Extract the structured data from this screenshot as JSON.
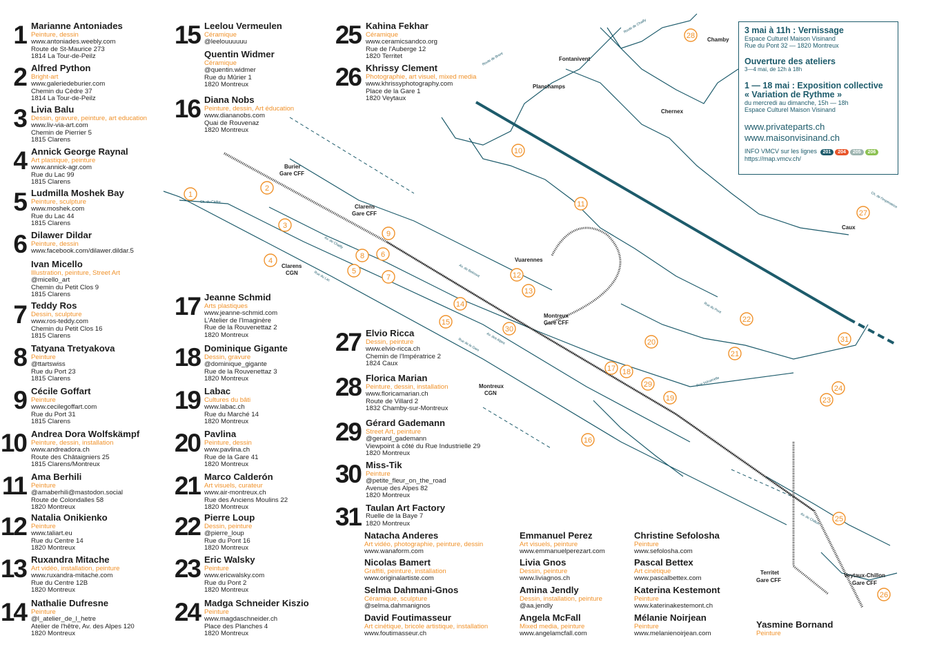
{
  "artists_col1": [
    {
      "num": "1",
      "name": "Marianne Antoniades",
      "disc": "Peinture, dessin",
      "lines": [
        "www.antoniades.weebly.com",
        "Route de St-Maurice 273",
        "1814 La Tour-de-Peilz"
      ]
    },
    {
      "num": "2",
      "name": "Alfred Python",
      "disc": "Bright-art",
      "lines": [
        "www.galeriedeburier.com",
        "Chemin du Cèdre 37",
        "1814 La Tour-de-Peilz"
      ]
    },
    {
      "num": "3",
      "name": "Livia Balu",
      "disc": "Dessin, gravure, peinture, art education",
      "lines": [
        "www.liv-via-art.com",
        "Chemin de Pierrier 5",
        "1815 Clarens"
      ]
    },
    {
      "num": "4",
      "name": "Annick George Raynal",
      "disc": "Art plastique, peinture",
      "lines": [
        "www.annick-agr.com",
        "Rue du Lac 99",
        "1815 Clarens"
      ]
    },
    {
      "num": "5",
      "name": "Ludmilla Moshek Bay",
      "disc": "Peinture, sculpture",
      "lines": [
        "www.moshek.com",
        "Rue du Lac 44",
        "1815 Clarens"
      ]
    },
    {
      "num": "6",
      "name": "Dilawer Dildar",
      "disc": "Peinture, dessin",
      "lines": [
        "www.facebook.com/dilawer.dildar.5"
      ]
    },
    {
      "num": "",
      "name": "Ivan Micello",
      "disc": "Illustration, peinture, Street Art",
      "lines": [
        "@micello_art",
        "Chemin du Petit Clos 9",
        "1815 Clarens"
      ]
    },
    {
      "num": "7",
      "name": "Teddy Ros",
      "disc": "Dessin, sculpture",
      "lines": [
        "www.ros-teddy.com",
        "Chemin du Petit Clos 16",
        "1815 Clarens"
      ]
    },
    {
      "num": "8",
      "name": "Tatyana Tretyakova",
      "disc": "Peinture",
      "lines": [
        "@ttartswiss",
        "Rue du Port 23",
        "1815 Clarens"
      ]
    },
    {
      "num": "9",
      "name": "Cécile Goffart",
      "disc": "Peinture",
      "lines": [
        "www.cecilegoffart.com",
        "Rue du Port 31",
        "1815 Clarens"
      ]
    },
    {
      "num": "10",
      "name": "Andrea Dora Wolfskämpf",
      "disc": "Peinture, dessin, installation",
      "lines": [
        "www.andreadora.ch",
        "Route des Châtaigniers 25",
        "1815 Clarens/Montreux"
      ]
    },
    {
      "num": "11",
      "name": "Ama Berhili",
      "disc": "Peinture",
      "lines": [
        "@amaberhili@mastodon.social",
        "Route de Colondalles 58",
        "1820 Montreux"
      ]
    },
    {
      "num": "12",
      "name": "Natalia Onikienko",
      "disc": "Peinture",
      "lines": [
        "www.taliart.eu",
        "Rue du Centre 14",
        "1820 Montreux"
      ]
    },
    {
      "num": "13",
      "name": "Ruxandra Mitache",
      "disc": "Art vidéo, installation, peinture",
      "lines": [
        "www.ruxandra-mitache.com",
        "Rue du Centre 12B",
        "1820 Montreux"
      ]
    },
    {
      "num": "14",
      "name": "Nathalie Dufresne",
      "disc": "Peinture",
      "lines": [
        "@l_atelier_de_l_hetre",
        "Atelier de l'hêtre, Av. des Alpes 120",
        "1820 Montreux"
      ]
    }
  ],
  "artists_col2": [
    {
      "num": "15",
      "name": "Leelou Vermeulen",
      "disc": "Céramique",
      "lines": [
        "@leelouuuuuu"
      ]
    },
    {
      "num": "",
      "name": "Quentin Widmer",
      "disc": "Céramique",
      "lines": [
        "@quentin.widmer",
        "Rue du Mûrier 1",
        "1820 Montreux"
      ]
    },
    {
      "num": "16",
      "name": "Diana Nobs",
      "disc": "Peinture, dessin, Art éducation",
      "lines": [
        "www.diananobs.com",
        "Quai de Rouvenaz",
        "1820 Montreux"
      ]
    },
    {
      "num": "17",
      "name": "Jeanne Schmid",
      "disc": "Arts plastiques",
      "lines": [
        "www.jeanne-schmid.com",
        "L'Atelier de l'Imaginère",
        "Rue de la Rouvenettaz 2",
        "1820 Montreux"
      ]
    },
    {
      "num": "18",
      "name": "Dominique Gigante",
      "disc": "Dessin, gravure",
      "lines": [
        "@dominique_gigante",
        "Rue de la Rouvenettaz 3",
        "1820 Montreux"
      ]
    },
    {
      "num": "19",
      "name": "Labac",
      "disc": "Cultures du bâti",
      "lines": [
        "www.labac.ch",
        "Rue du Marché 14",
        "1820 Montreux"
      ]
    },
    {
      "num": "20",
      "name": "Pavlina",
      "disc": "Peinture, dessin",
      "lines": [
        "www.pavlina.ch",
        "Rue de la Gare 41",
        "1820 Montreux"
      ]
    },
    {
      "num": "21",
      "name": "Marco Calderón",
      "disc": "Art visuels, curateur",
      "lines": [
        "www.air-montreux.ch",
        "Rue des Anciens Moulins 22",
        "1820 Montreux"
      ]
    },
    {
      "num": "22",
      "name": "Pierre Loup",
      "disc": "Dessin, peinture",
      "lines": [
        "@pierre_loup",
        "Rue du Pont 16",
        "1820 Montreux"
      ]
    },
    {
      "num": "23",
      "name": "Eric Walsky",
      "disc": "Peinture",
      "lines": [
        "www.ericwalsky.com",
        "Rue du Pont 2",
        "1820 Montreux"
      ]
    },
    {
      "num": "24",
      "name": "Madga Schneider Kiszio",
      "disc": "Peinture",
      "lines": [
        "www.magdaschneider.ch",
        "Place des Planches 4",
        "1820 Montreux"
      ]
    }
  ],
  "artists_col3": [
    {
      "num": "25",
      "name": "Kahina Fekhar",
      "disc": "Céramique",
      "lines": [
        "www.ceramicsandco.org",
        "Rue de l'Auberge 12",
        "1820 Territet"
      ]
    },
    {
      "num": "26",
      "name": "Khrissy Clement",
      "disc": "Photographie, art visuel, mixed media",
      "lines": [
        "www.khrissyphotography.com",
        "Place de la Gare 1",
        "1820 Veytaux"
      ]
    },
    {
      "num": "27",
      "name": "Elvio Ricca",
      "disc": "Dessin, peinture",
      "lines": [
        "www.elvio-ricca.ch",
        "Chemin de l'Impératrice 2",
        "1824 Caux"
      ]
    },
    {
      "num": "28",
      "name": "Florica Marian",
      "disc": "Peinture, dessin, installation",
      "lines": [
        "www.floricamarian.ch",
        "Route de Villard 2",
        "1832 Chamby-sur-Montreux"
      ]
    },
    {
      "num": "29",
      "name": "Gérard Gademann",
      "disc": "Street Art, peinture",
      "lines": [
        "@gerard_gademann",
        "Viewpoint à côté du Rue Industrielle 29",
        "1820 Montreux"
      ]
    },
    {
      "num": "30",
      "name": "Miss-Tik",
      "disc": "Peinture",
      "lines": [
        "@petite_fleur_on_the_road",
        "Avenue des Alpes 82",
        "1820 Montreux"
      ]
    },
    {
      "num": "31",
      "name": "Taulan Art Factory",
      "disc": "",
      "lines": [
        "Ruelle de la Baye 7",
        "1820 Montreux"
      ]
    }
  ],
  "guests": [
    {
      "name": "Natacha Anderes",
      "disc": "Art vidéo, photographie, peinture, dessin",
      "lines": [
        "www.wanaform.com"
      ]
    },
    {
      "name": "Nicolas Bamert",
      "disc": "Graffiti, peinture, installation",
      "lines": [
        "www.originalartiste.com"
      ]
    },
    {
      "name": "Selma Dahmani-Gnos",
      "disc": "Céramique, sculpture",
      "lines": [
        "@selma.dahmanignos"
      ]
    },
    {
      "name": "David Foutimasseur",
      "disc": "Art cinétique, bricole artistique, installation",
      "lines": [
        "www.foutimasseur.ch"
      ]
    },
    {
      "name": "Emmanuel Perez",
      "disc": "Art visuels, peinture",
      "lines": [
        "www.emmanuelperezart.com"
      ]
    },
    {
      "name": "Livia Gnos",
      "disc": "Dessin, peinture",
      "lines": [
        "www.liviagnos.ch"
      ]
    },
    {
      "name": "Amina Jendly",
      "disc": "Dessin, installation, peinture",
      "lines": [
        "@aa.jendly"
      ]
    },
    {
      "name": "Angela McFall",
      "disc": "Mixed media, peinture",
      "lines": [
        "www.angelamcfall.com"
      ]
    },
    {
      "name": "Christine Sefolosha",
      "disc": "Peinture",
      "lines": [
        "www.sefolosha.com"
      ]
    },
    {
      "name": "Pascal Bettex",
      "disc": "Art cinétique",
      "lines": [
        "www.pascalbettex.com"
      ]
    },
    {
      "name": "Katerina Kestemont",
      "disc": "Peinture",
      "lines": [
        "www.katerinakestemont.ch"
      ]
    },
    {
      "name": "Mélanie Noirjean",
      "disc": "Peinture",
      "lines": [
        "www.melanienoirjean.com"
      ]
    },
    {
      "name": "Yasmine Bornand",
      "disc": "Peinture",
      "lines": []
    }
  ],
  "info": {
    "vernissage_title": "3 mai à 11h : Vernissage",
    "vernissage_place": "Espace Culturel Maison Visinand",
    "vernissage_address": "Rue du Pont 32 — 1820 Montreux",
    "ateliers_title": "Ouverture des ateliers",
    "ateliers_dates": "3—4 mai, de 12h à 18h",
    "expo_title": "1 — 18 mai : Exposition collective",
    "expo_subtitle": "« Variation de Rythme »",
    "expo_hours": "du mercredi au dimanche, 15h — 18h",
    "expo_place": "Espace Culturel Maison Visinand",
    "url1": "www.privateparts.ch",
    "url2": "www.maisonvisinand.ch",
    "vmcv_text": "INFO VMCV sur les lignes",
    "vmcv_url": "https://map.vmcv.ch/",
    "bus_lines": [
      {
        "label": "201",
        "color": "#1d5b6b"
      },
      {
        "label": "204",
        "color": "#e8552a"
      },
      {
        "label": "205",
        "color": "#9db4b0"
      },
      {
        "label": "206",
        "color": "#8cc152"
      }
    ]
  },
  "map": {
    "colors": {
      "road": "#1d5b6b",
      "marker": "#f0922b",
      "text": "#1e1e1e"
    },
    "places": [
      {
        "label": "Chamby"
      },
      {
        "label": "Fontanivent"
      },
      {
        "label": "Planchamps"
      },
      {
        "label": "Chernex"
      },
      {
        "label": "Burier"
      },
      {
        "label": "Gare CFF"
      },
      {
        "label": "Clarens"
      },
      {
        "label": "Gare CFF"
      },
      {
        "label": "Clarens"
      },
      {
        "label": "CGN"
      },
      {
        "label": "Vuarennes"
      },
      {
        "label": "Montreux"
      },
      {
        "label": "Gare CFF"
      },
      {
        "label": "Montreux"
      },
      {
        "label": "CGN"
      },
      {
        "label": "Caux"
      },
      {
        "label": "Territet"
      },
      {
        "label": "Gare CFF"
      },
      {
        "label": "Veytaux-Chillon"
      },
      {
        "label": "Gare CFF"
      }
    ],
    "streets": [
      "Ch. du Cèdre",
      "Av. de Chailly",
      "Rue du Lac",
      "Rue de la Gare",
      "Av. des Alpes",
      "Av. de Belmont",
      "Rue du Pont",
      "Route de Chailly",
      "Route de Brent",
      "Av. de Chillon",
      "Rue Industrielle",
      "Ch. de l'Impératrice"
    ],
    "markers": [
      "1",
      "2",
      "3",
      "4",
      "5",
      "6",
      "7",
      "8",
      "9",
      "10",
      "11",
      "12",
      "13",
      "14",
      "15",
      "16",
      "17",
      "18",
      "19",
      "20",
      "21",
      "22",
      "23",
      "24",
      "25",
      "26",
      "27",
      "28",
      "29",
      "30",
      "31"
    ]
  }
}
